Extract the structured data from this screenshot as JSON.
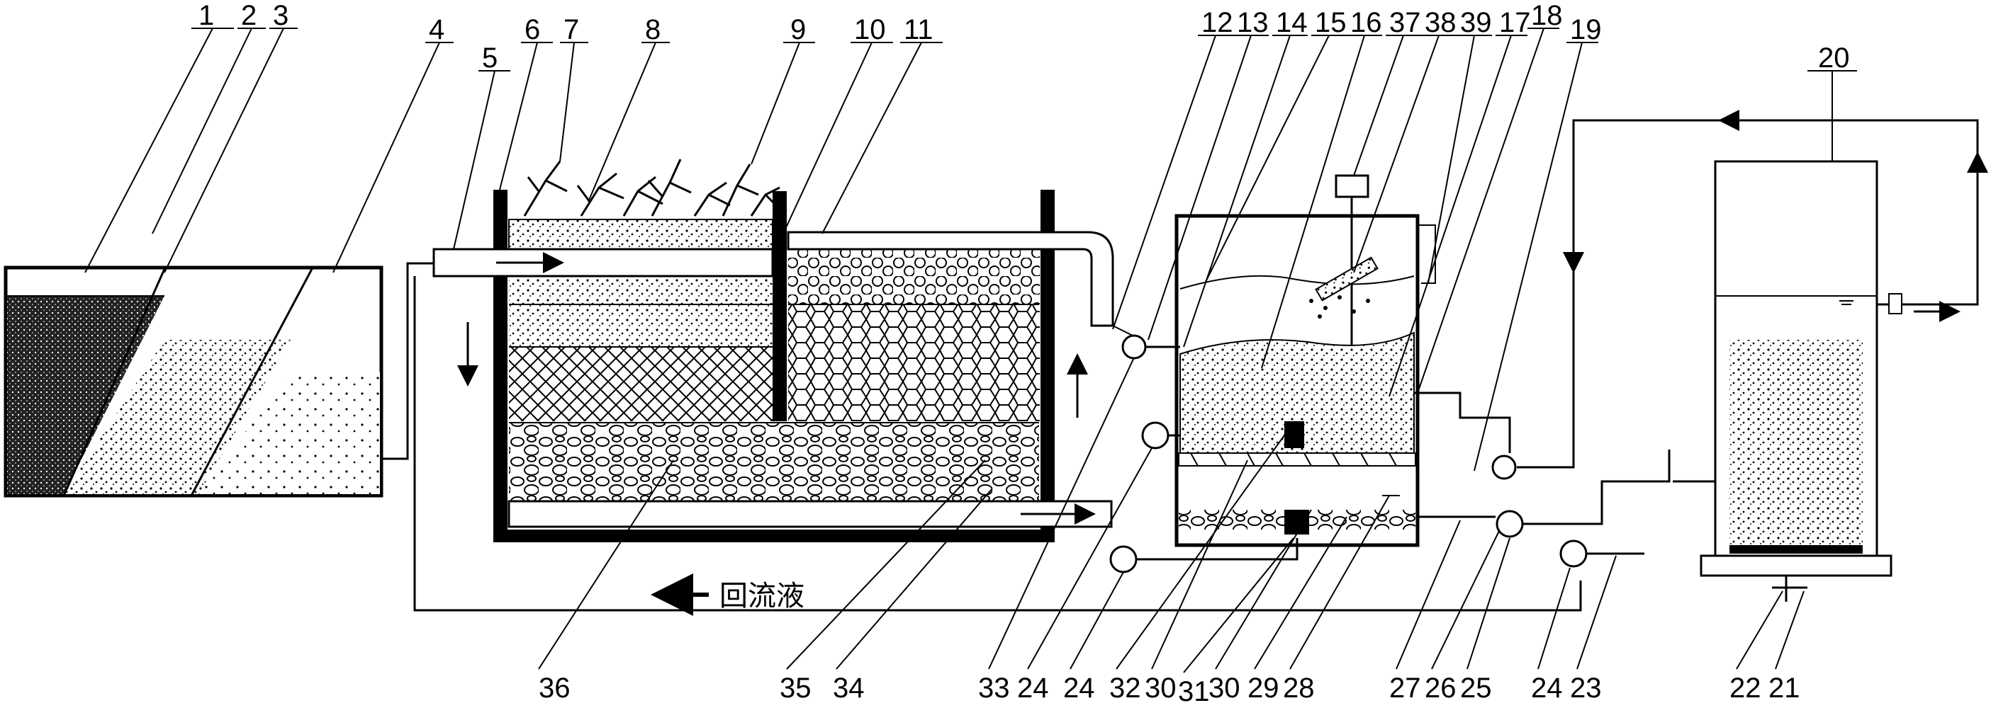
{
  "labels": {
    "n1": "1",
    "n2": "2",
    "n3": "3",
    "n4": "4",
    "n5": "5",
    "n6": "6",
    "n7": "7",
    "n8": "8",
    "n9": "9",
    "n10": "10",
    "n11": "11",
    "n12": "12",
    "n13": "13",
    "n14": "14",
    "n15": "15",
    "n16": "16",
    "n17": "17",
    "n18": "18",
    "n19": "19",
    "n20": "20",
    "n21": "21",
    "n22": "22",
    "n23": "23",
    "n24a": "24",
    "n24b": "24",
    "n24c": "24",
    "n25": "25",
    "n26": "26",
    "n27": "27",
    "n28": "28",
    "n29": "29",
    "n30a": "30",
    "n30b": "30",
    "n31": "31",
    "n32": "32",
    "n33": "33",
    "n34": "34",
    "n35": "35",
    "n36": "36",
    "n37": "37",
    "n38": "38",
    "n39": "39"
  },
  "legend": {
    "reflux_label": "回流液"
  }
}
